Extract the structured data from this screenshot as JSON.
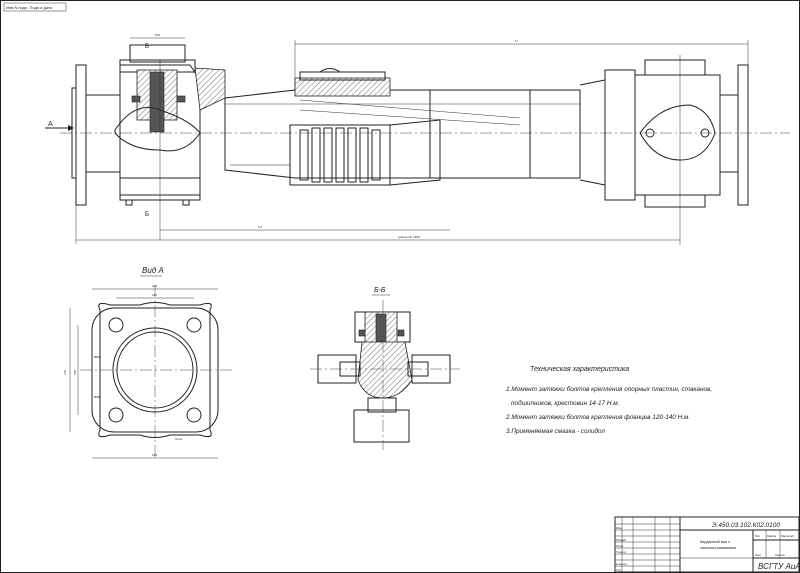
{
  "drawing": {
    "stamp_text": "Инв.N подл. Подп.и дата",
    "section_a": "А",
    "section_b": "Б",
    "view_a_label": "Вид А",
    "section_bb_label": "Б-Б",
    "dim_top_b": "100",
    "dim_overall": "1т",
    "dim_left": "5,1",
    "dim_bottom": "длина min 1950",
    "dim_view_w": "164",
    "dim_view_w2": "110",
    "dim_view_h": "130",
    "dim_view_h2": "150",
    "dim_view_d1": "Ø84",
    "dim_view_d2": "Ø90",
    "dim_view_bottom": "194",
    "dim_view_holes": "4 отв."
  },
  "tech": {
    "title": "Техническая характеристика",
    "line1a": "1.Момент затяжки болтов крепления опорных пластин, стаканов,",
    "line1b": "подшипников, крестовин 14-17 Н.м.",
    "line2": "2.Момент затяжки болтов крепления фланцев 120-140 Н.м.",
    "line3": "3.Применяемая смазка - солидол"
  },
  "title_block": {
    "code": "Э.450.03.102.К02.0100",
    "name_1": "Карданный вал с",
    "name_2": "самонастраиванием",
    "org": "ВСГТУ АиАХ",
    "lit": "Лит",
    "mass": "Масса",
    "scale": "Масштаб",
    "sheet": "Лист",
    "sheets": "Листов",
    "r1": "Изм",
    "r2": "Разраб.",
    "r3": "Пров.",
    "r4": "Т.контр.",
    "r5": "Н.контр.",
    "r6": "Утв."
  }
}
